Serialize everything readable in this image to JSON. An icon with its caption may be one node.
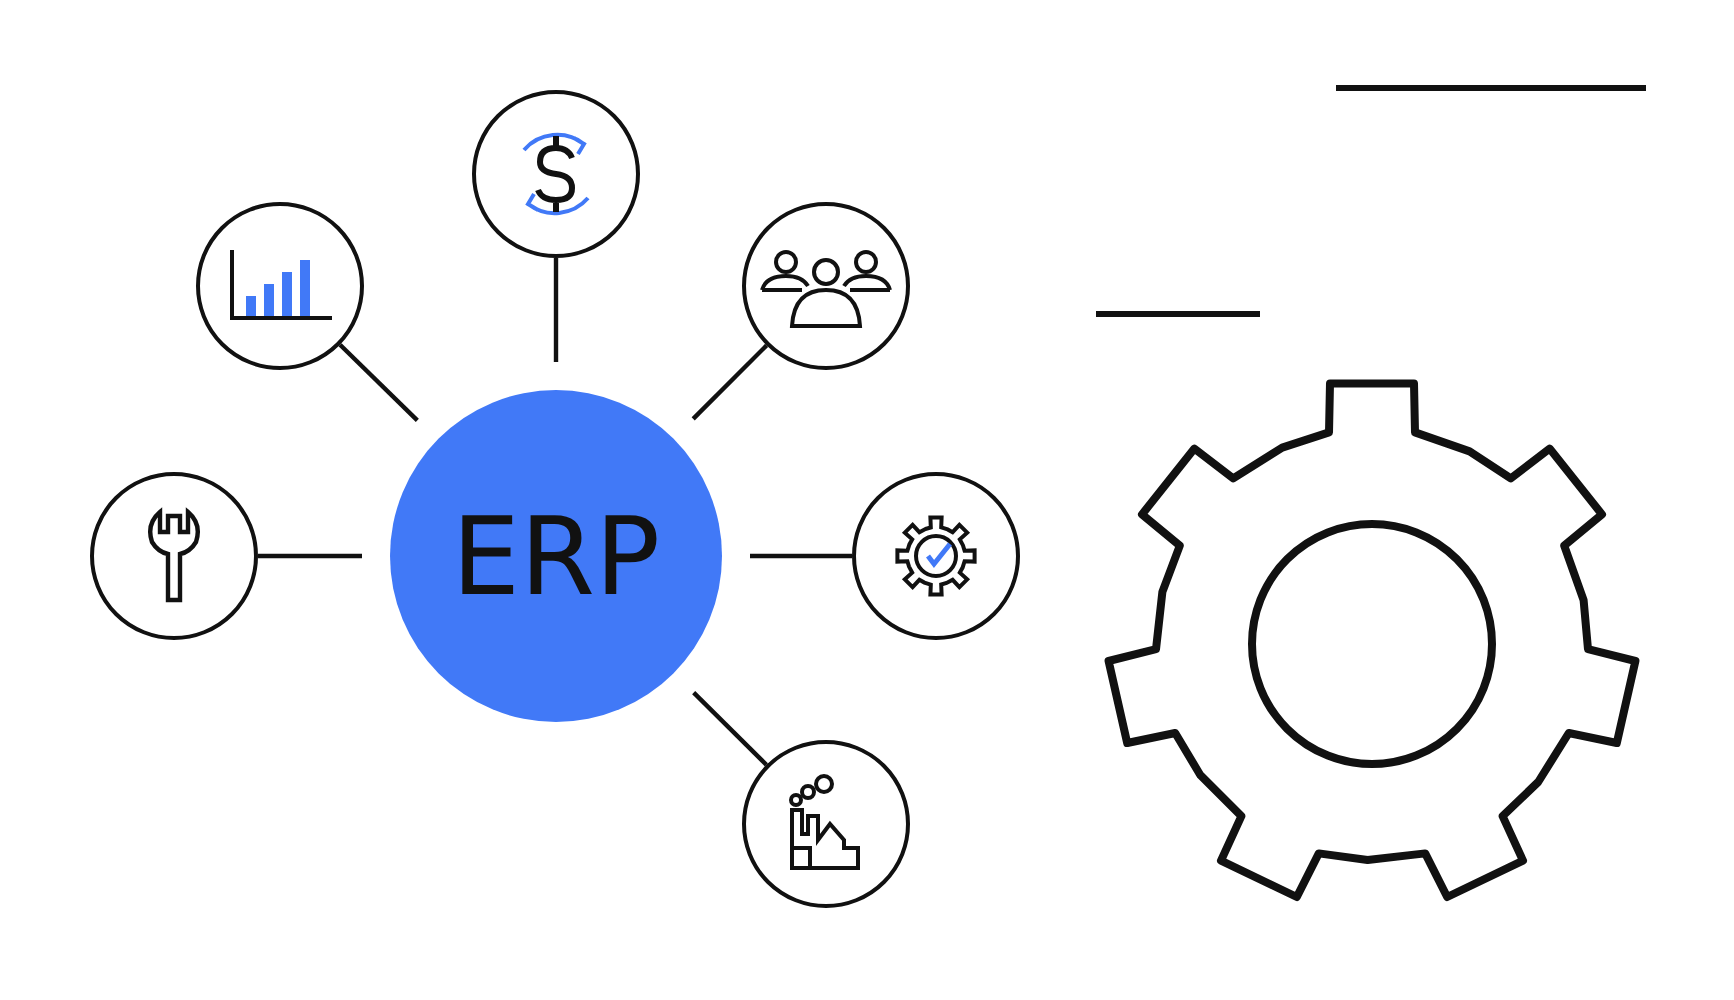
{
  "diagram": {
    "nodes": [
      {
        "text": [
          "ERP"
        ]
      },
      {
        "text": [],
        "shape": "circle"
      },
      {
        "text": [],
        "shape": "circle"
      },
      {
        "text": [],
        "shape": "circle"
      },
      {
        "text": [],
        "shape": "circle"
      },
      {
        "text": [],
        "shape": "circle"
      },
      {
        "text": [],
        "shape": "circle"
      }
    ],
    "edges": [
      {
        "from": 0,
        "to": 1,
        "arrow": "none"
      },
      {
        "from": 0,
        "to": 2,
        "arrow": "none"
      },
      {
        "from": 0,
        "to": 3,
        "arrow": "none"
      },
      {
        "from": 0,
        "to": 4,
        "arrow": "none"
      },
      {
        "from": 0,
        "to": 5,
        "arrow": "none"
      },
      {
        "from": 0,
        "to": 6,
        "arrow": "none"
      }
    ]
  }
}
